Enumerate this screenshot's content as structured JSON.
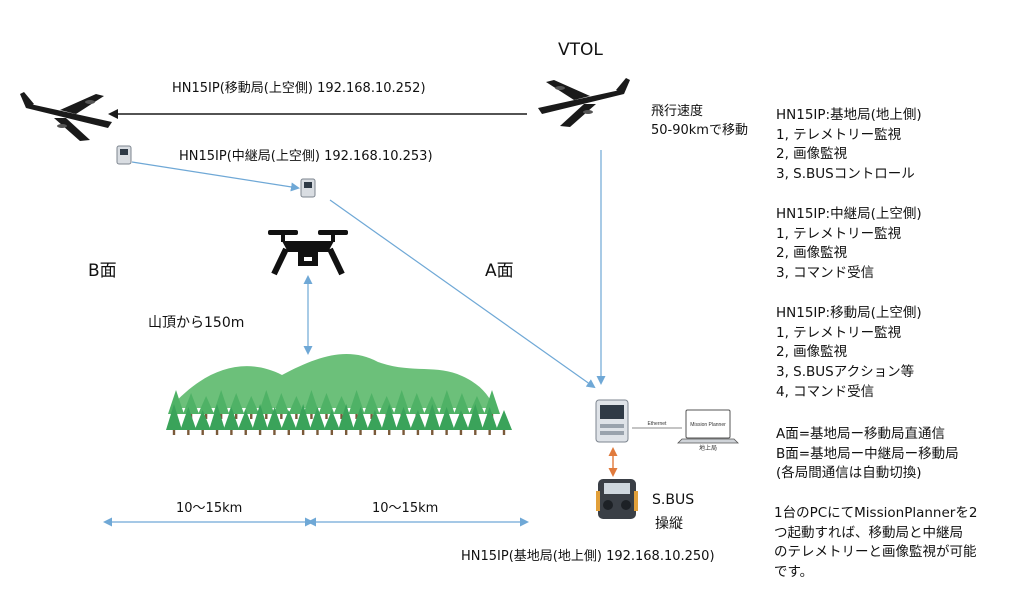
{
  "vtol_label": "VTOL",
  "flight_speed": [
    "飛行速度",
    "50-90kmで移動"
  ],
  "mobile_station_link": "HN15IP(移動局(上空側) 192.168.10.252)",
  "relay_station_link": "HN15IP(中継局(上空側) 192.168.10.253)",
  "base_station_link": "HN15IP(基地局(地上側) 192.168.10.250)",
  "face_b": "B面",
  "face_a": "A面",
  "altitude_note": "山頂から150m",
  "distance_left": "10〜15km",
  "distance_right": "10〜15km",
  "sbus_control": [
    "S.BUS",
    "操縦"
  ],
  "laptop_screen_text": "Mission Planner",
  "laptop_caption": "地上局",
  "link_caption": "Ethernet",
  "side_panel": {
    "base_station": {
      "title": "HN15IP:基地局(地上側)",
      "items": [
        "1, テレメトリー監視",
        "2, 画像監視",
        "3, S.BUSコントロール"
      ]
    },
    "relay_station": {
      "title": "HN15IP:中継局(上空側)",
      "items": [
        "1, テレメトリー監視",
        "2, 画像監視",
        "3, コマンド受信"
      ]
    },
    "mobile_station": {
      "title": "HN15IP:移動局(上空側)",
      "items": [
        "1, テレメトリー監視",
        "2, 画像監視",
        "3, S.BUSアクション等",
        "4, コマンド受信"
      ]
    },
    "faces": [
      "A面=基地局ー移動局直通信",
      "B面=基地局ー中継局ー移動局",
      "(各局間通信は自動切換)"
    ],
    "note": [
      "1台のPCにてMissionPlannerを2",
      "つ起動すれば、移動局と中継局",
      "のテレメトリーと画像監視が可能",
      "です。"
    ]
  },
  "colors": {
    "link_blue": "#6fa8d6",
    "control_orange": "#e07a3c",
    "forest_green": "#3aa35a",
    "hill_green": "#6cc07a",
    "aircraft": "#1a1a1a"
  }
}
